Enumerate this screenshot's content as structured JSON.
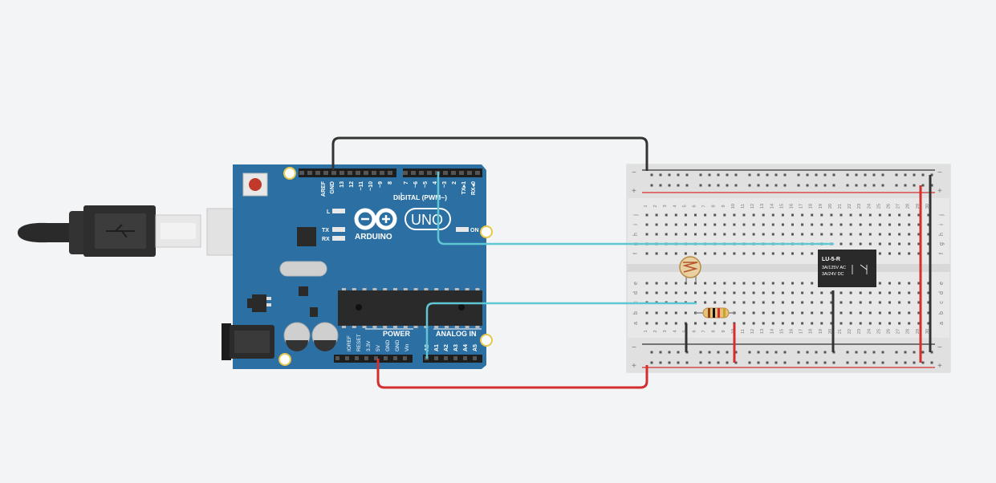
{
  "arduino": {
    "brand": "ARDUINO",
    "model": "UNO",
    "on_label": "ON",
    "l_label": "L",
    "tx_label": "TX",
    "rx_label": "RX",
    "digital_label": "DIGITAL (PWM~)",
    "power_label": "POWER",
    "analog_label": "ANALOG IN",
    "digital_pins": [
      "AREF",
      "GND",
      "13",
      "12",
      "~11",
      "~10",
      "~9",
      "8",
      "7",
      "~6",
      "~5",
      "4",
      "~3",
      "2",
      "TX▸1",
      "RX◂0"
    ],
    "power_pins": [
      "IOREF",
      "RESET",
      "3.3V",
      "5V",
      "GND",
      "GND",
      "Vin"
    ],
    "analog_pins": [
      "A0",
      "A1",
      "A2",
      "A3",
      "A4",
      "A5"
    ]
  },
  "breadboard": {
    "rows_top": [
      "j",
      "i",
      "h",
      "g",
      "f"
    ],
    "rows_bottom": [
      "e",
      "d",
      "c",
      "b",
      "a"
    ],
    "rail_minus": "−",
    "rail_plus": "+"
  },
  "relay": {
    "name": "LU-5-R",
    "rating_ac": "3A/125V AC",
    "rating_dc": "3A/24V DC"
  },
  "colors": {
    "board": "#2b6fa3",
    "wire_black": "#333333",
    "wire_red": "#d32f2f",
    "wire_cyan": "#5fc6d3"
  }
}
